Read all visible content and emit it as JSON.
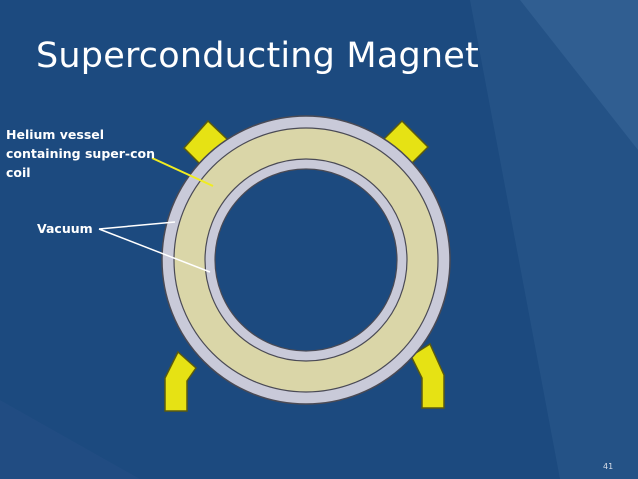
{
  "slide": {
    "title": "Superconducting Magnet",
    "slide_number": "41"
  },
  "diagram": {
    "labels": {
      "helium_vessel": "Helium vessel\ncontaining super-con\ncoil",
      "vacuum": "Vacuum"
    }
  },
  "colors": {
    "background": "#1c4a7f",
    "background_accent": "#2c5a8c",
    "outer_shell": "#c9cad9",
    "helium_coil": "#dad6a8",
    "inner_bore": "#1c4a7f",
    "supports": "#e6e214",
    "pointer_helium": "#f0ec20",
    "pointer_vacuum": "#ffffff"
  }
}
